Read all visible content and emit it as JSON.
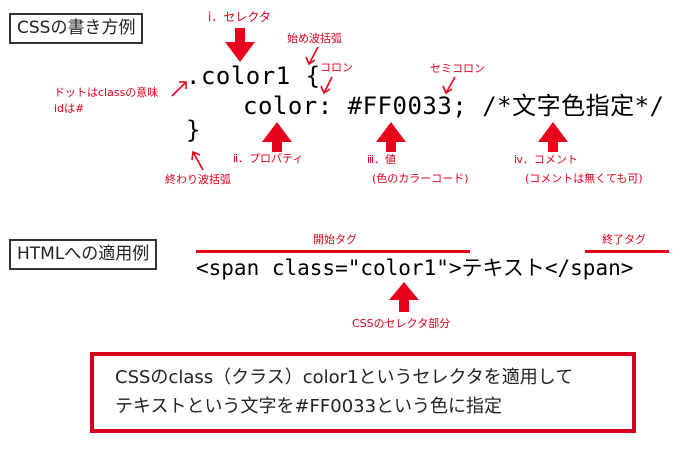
{
  "section1": {
    "title": "CSSの書き方例",
    "code_line1": ".color1 {",
    "code_line2": "color: #FF0033; /*文字色指定*/",
    "code_line3": "}"
  },
  "labels": {
    "selector": "ⅰ．セレクタ",
    "open_brace": "始め波括弧",
    "colon": "コロン",
    "semicolon": "セミコロン",
    "dot_line1": "ドットはclassの意味",
    "dot_line2": "idは#",
    "property": "ⅱ．プロパティ",
    "value_line1": "ⅲ．値",
    "value_line2": "(色のカラーコード)",
    "comment_line1": "ⅳ．コメント",
    "comment_line2": "(コメントは無くても可)",
    "close_brace": "終わり波括弧"
  },
  "section2": {
    "title": "HTMLへの適用例",
    "open_tag_label": "開始タグ",
    "close_tag_label": "終了タグ",
    "html_code": "<span class=\"color1\">テキスト</span>",
    "selector_part_label": "CSSのセレクタ部分"
  },
  "note": {
    "line1": "CSSのclass（クラス）color1というセレクタを適用して",
    "line2": "テキストという文字を#FF0033という色に指定"
  },
  "colors": {
    "accent": "#e0001b",
    "box_border": "#d9001b"
  }
}
